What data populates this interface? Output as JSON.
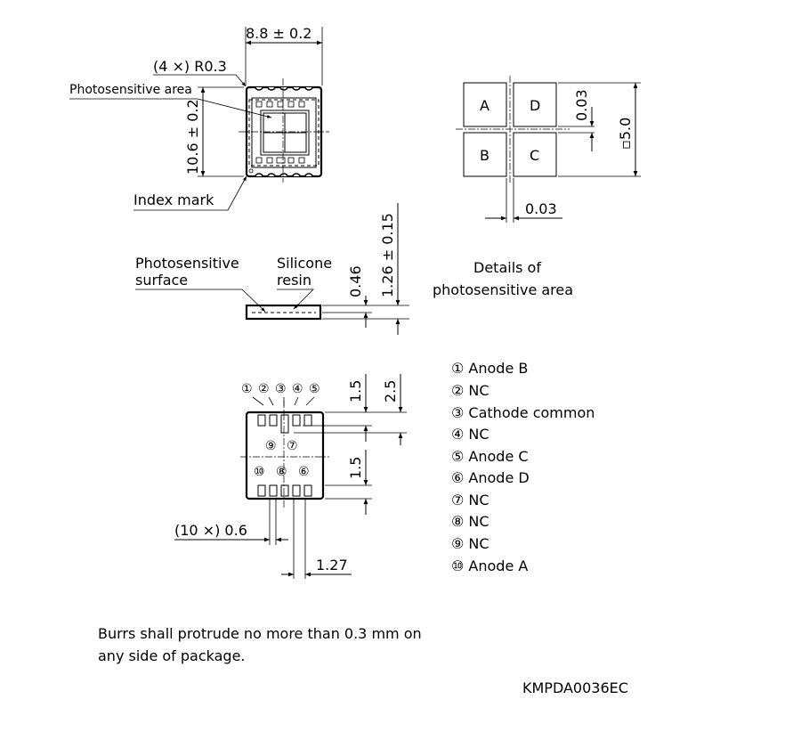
{
  "top_view": {
    "width_dim": "8.8 ± 0.2",
    "height_dim": "10.6 ± 0.2",
    "corner_radius": "(4 ×) R0.3",
    "photosensitive_area_label": "Photosensitive area",
    "index_mark_label": "Index mark"
  },
  "detail": {
    "elements": [
      "A",
      "D",
      "B",
      "C"
    ],
    "gap_vertical": "0.03",
    "gap_horizontal": "0.03",
    "size": "▫5.0",
    "caption_line1": "Details of",
    "caption_line2": "photosensitive area"
  },
  "side_view": {
    "surface_label_line1": "Photosensitive",
    "surface_label_line2": "surface",
    "resin_label_line1": "Silicone",
    "resin_label_line2": "resin",
    "depth_dim": "0.46",
    "thickness_dim": "1.26 ± 0.15"
  },
  "bottom_view": {
    "top_pins": [
      "①",
      "②",
      "③",
      "④",
      "⑤"
    ],
    "inner_pins": [
      "⑨",
      "⑦",
      "⑩",
      "⑧",
      "⑥"
    ],
    "pad_length_dim": "1.5",
    "cathode_length_dim": "2.5",
    "bottom_pad_dim": "1.5",
    "pad_width_dim": "(10 ×) 0.6",
    "pitch_dim": "1.27"
  },
  "pin_legend": [
    "① Anode B",
    "② NC",
    "③ Cathode common",
    "④ NC",
    "⑤ Anode C",
    "⑥ Anode D",
    "⑦ NC",
    "⑧ NC",
    "⑨ NC",
    "⑩ Anode A"
  ],
  "notes": {
    "line1": "Burrs shall protrude no more than 0.3 mm on",
    "line2": "any side of package."
  },
  "drawing_number": "KMPDA0036EC"
}
